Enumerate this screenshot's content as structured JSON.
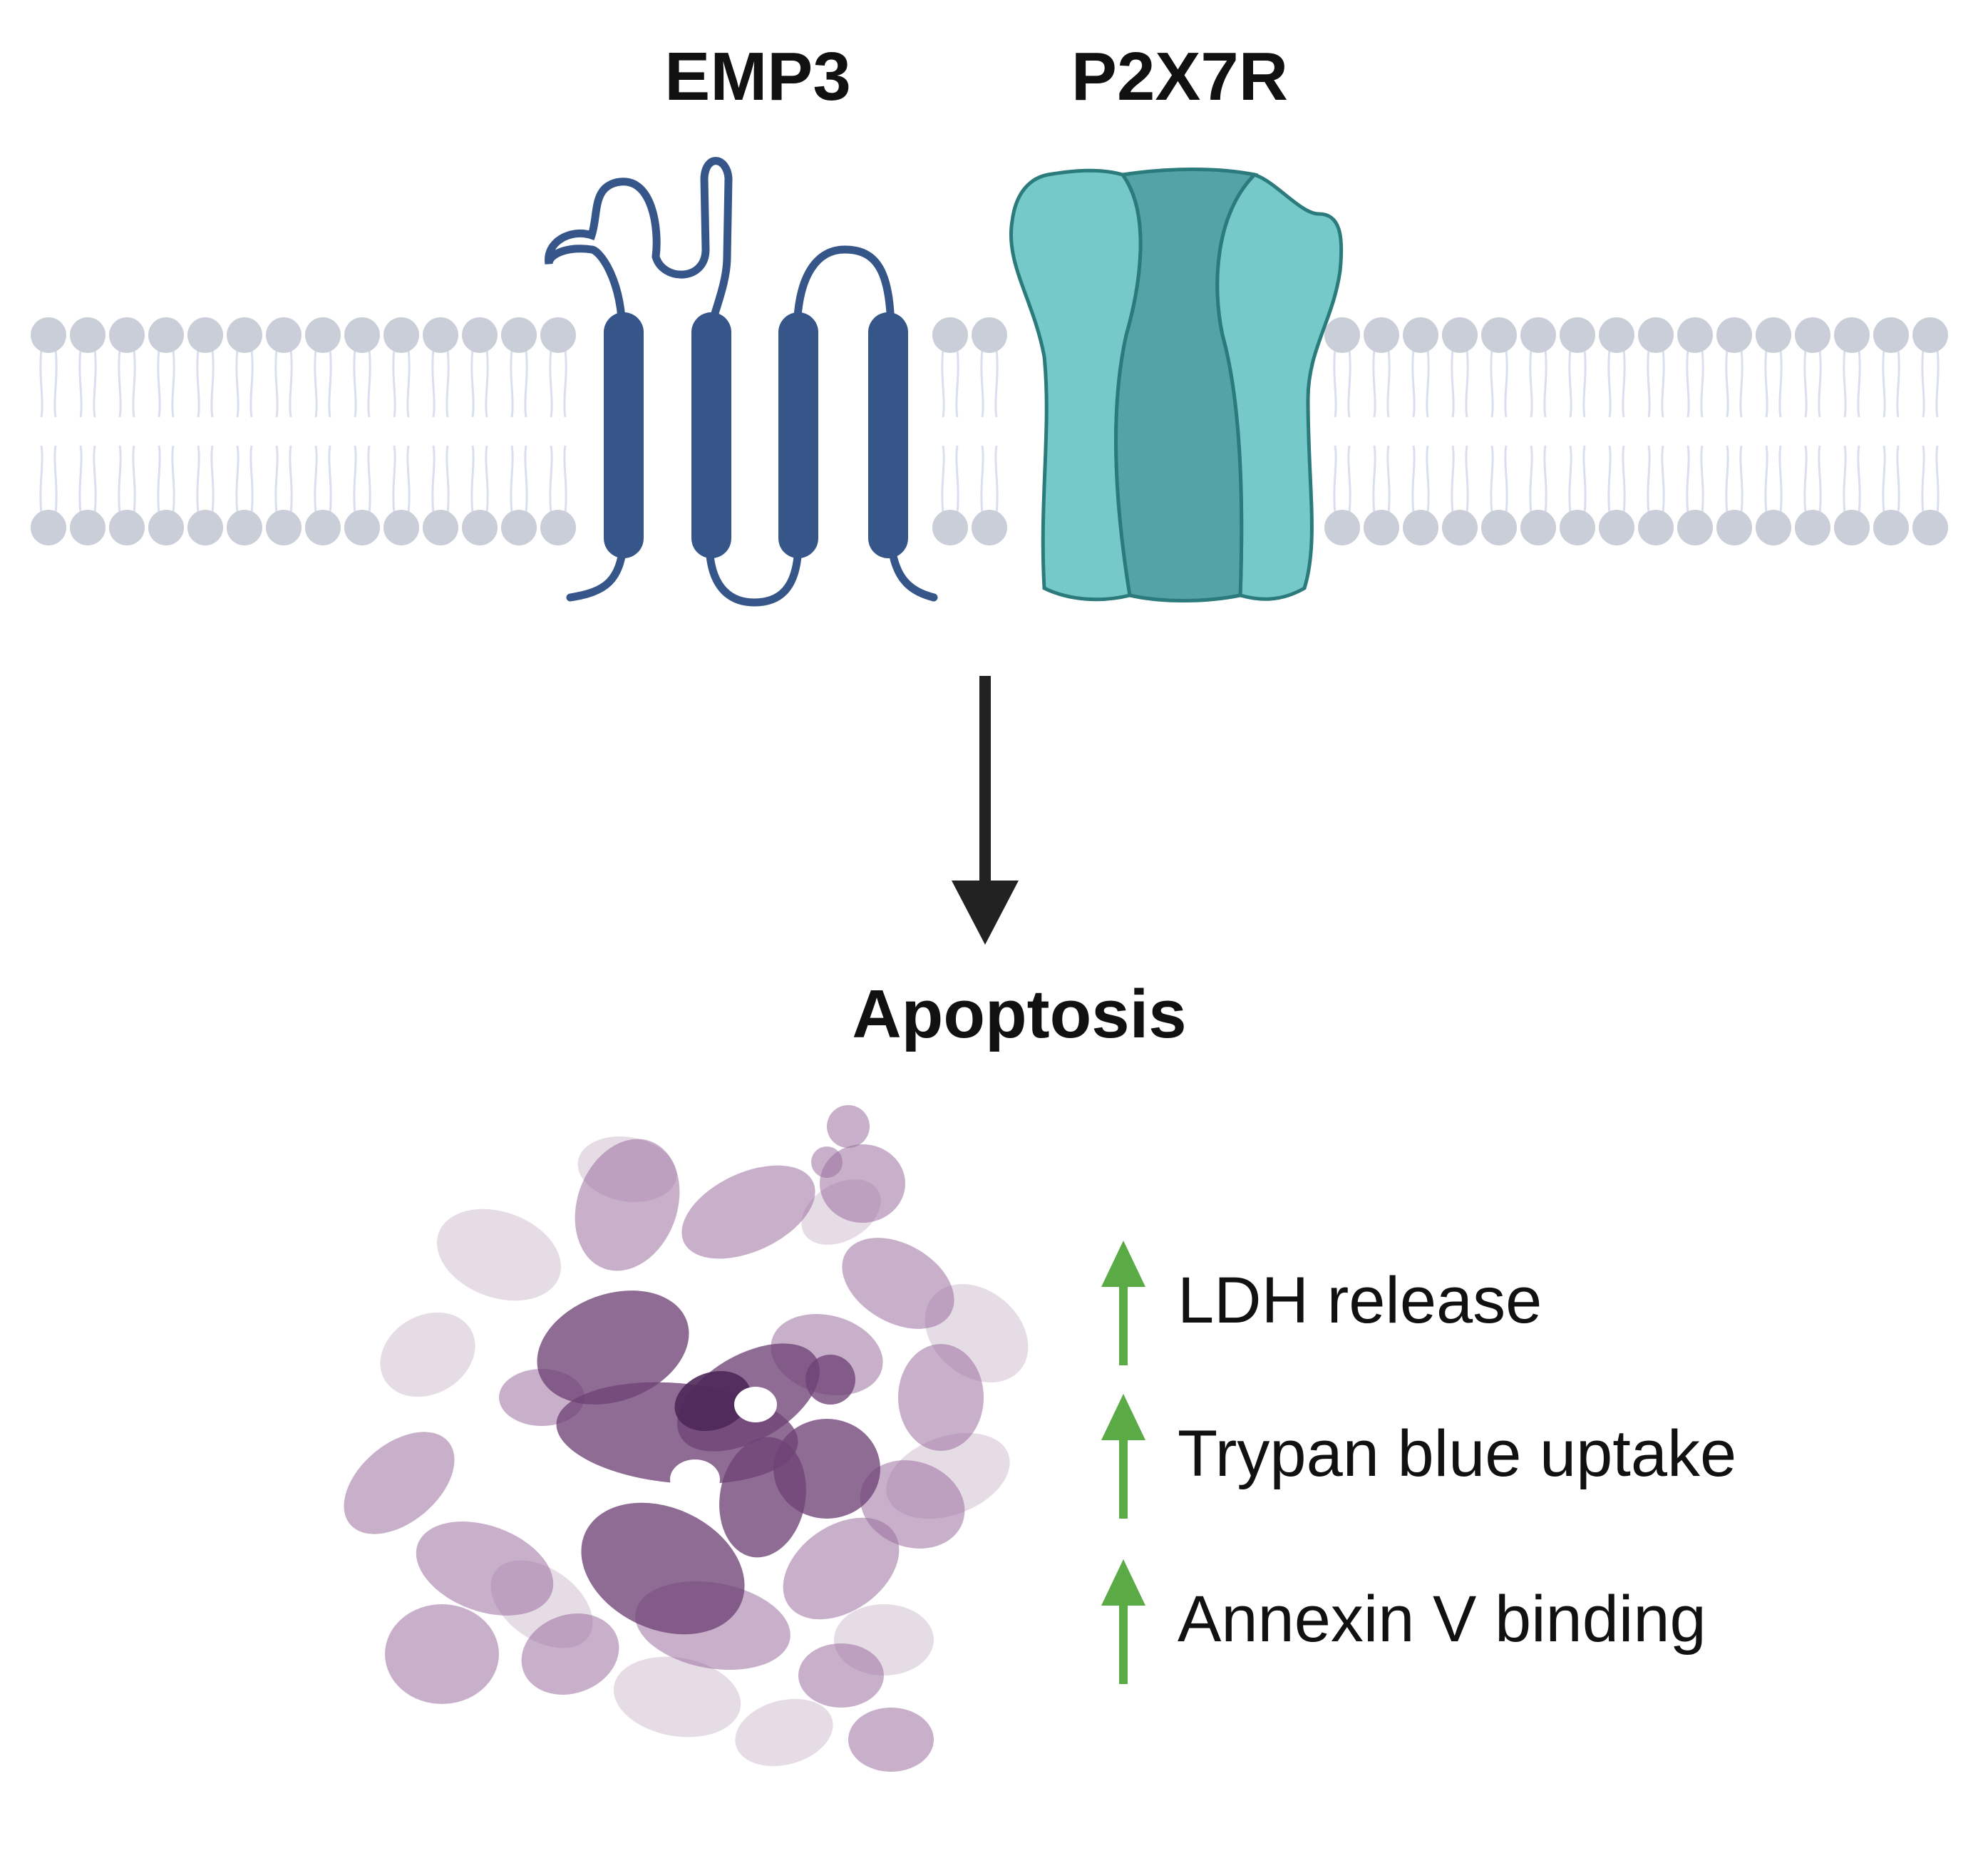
{
  "labels": {
    "protein_1": "EMP3",
    "protein_2": "P2X7R",
    "outcome": "Apoptosis"
  },
  "markers": [
    {
      "text": "LDH release",
      "direction": "up"
    },
    {
      "text": "Trypan blue uptake",
      "direction": "up"
    },
    {
      "text": "Annexin V binding",
      "direction": "up"
    }
  ],
  "colors": {
    "membrane_head": "#c9ced8",
    "membrane_tail": "#d9dff0",
    "emp3": "#36568a",
    "p2x7r_light": "#76c9c9",
    "p2x7r_dark": "#52a4a6",
    "p2x7r_outline": "#2c7b7c",
    "arrow": "#222222",
    "up_arrow": "#5aaa46",
    "cell_dark": "#6e4276",
    "cell_mid": "#9a6f9e",
    "cell_light": "#c7b2c8"
  }
}
